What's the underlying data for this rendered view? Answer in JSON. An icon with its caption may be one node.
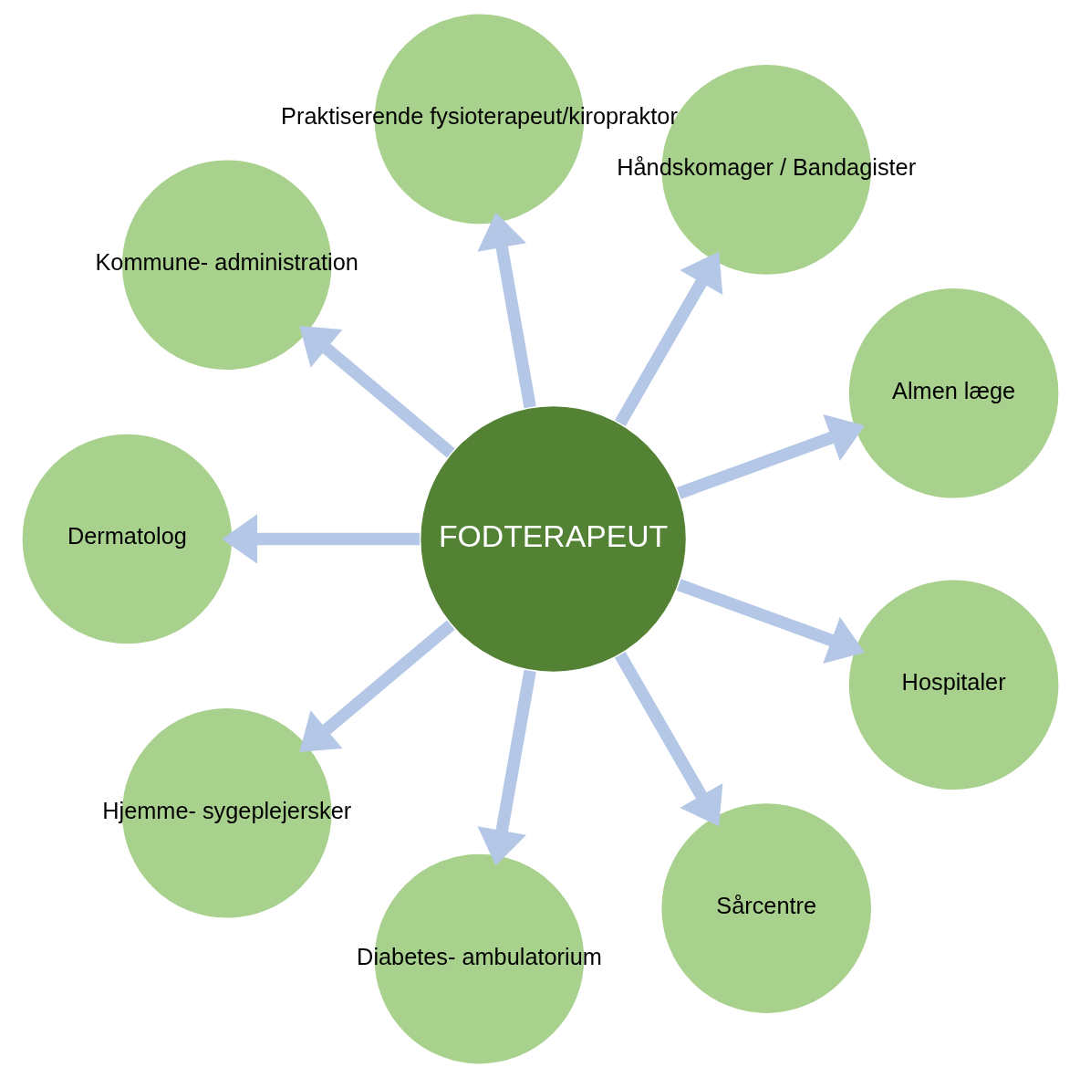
{
  "diagram": {
    "nodes": [
      {
        "text": [
          "FODTERAPEUT"
        ]
      },
      {
        "text": [
          "Almen læge"
        ]
      },
      {
        "text": [
          "Håndskomager / Bandagister"
        ]
      },
      {
        "text": [
          "Praktiserende fysioterapeut/kiropraktor"
        ]
      },
      {
        "text": [
          "Kommune- administration"
        ]
      },
      {
        "text": [
          "Dermatolog"
        ]
      },
      {
        "text": [
          "Hjemme- sygeplejersker"
        ]
      },
      {
        "text": [
          "Diabetes- ambulatorium"
        ]
      },
      {
        "text": [
          "Sårcentre"
        ]
      },
      {
        "text": [
          "Hospitaler"
        ]
      }
    ],
    "edges": [
      {
        "from": 0,
        "to": 1,
        "arrow": "to"
      },
      {
        "from": 0,
        "to": 2,
        "arrow": "to"
      },
      {
        "from": 0,
        "to": 3,
        "arrow": "to"
      },
      {
        "from": 0,
        "to": 4,
        "arrow": "to"
      },
      {
        "from": 0,
        "to": 5,
        "arrow": "to"
      },
      {
        "from": 0,
        "to": 6,
        "arrow": "to"
      },
      {
        "from": 0,
        "to": 7,
        "arrow": "to"
      },
      {
        "from": 0,
        "to": 8,
        "arrow": "to"
      },
      {
        "from": 0,
        "to": 9,
        "arrow": "to"
      }
    ]
  }
}
